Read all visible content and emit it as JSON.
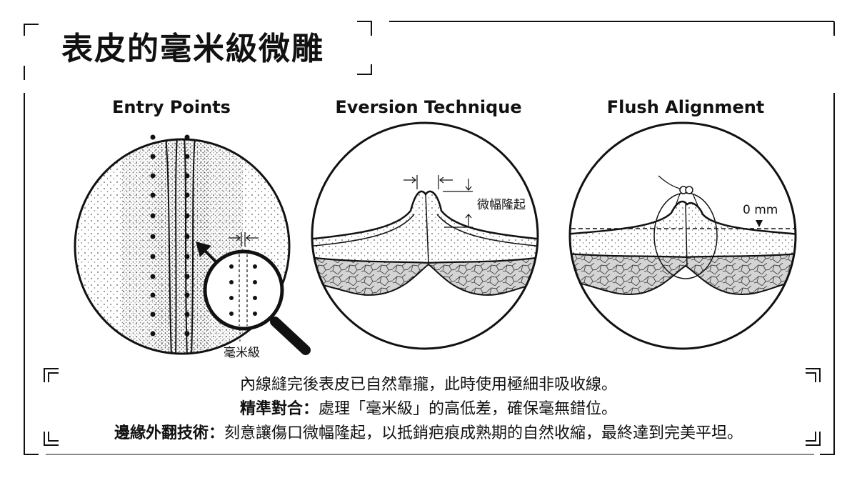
{
  "title": "表皮的毫米級微雕",
  "panels": [
    {
      "heading": "Entry Points",
      "label": "毫米級"
    },
    {
      "heading": "Eversion Technique",
      "label": "微幅隆起"
    },
    {
      "heading": "Flush Alignment",
      "label": "0 mm"
    }
  ],
  "caption": {
    "line1": "內線縫完後表皮已自然靠攏，此時使用極細非吸收線。",
    "line2_head": "精準對合：",
    "line2_body": "處理「毫米級」的高低差，確保毫無錯位。",
    "line3_head": "邊緣外翻技術：",
    "line3_body": "刻意讓傷口微幅隆起，以抵銷疤痕成熟期的自然收縮，最終達到完美平坦。"
  }
}
